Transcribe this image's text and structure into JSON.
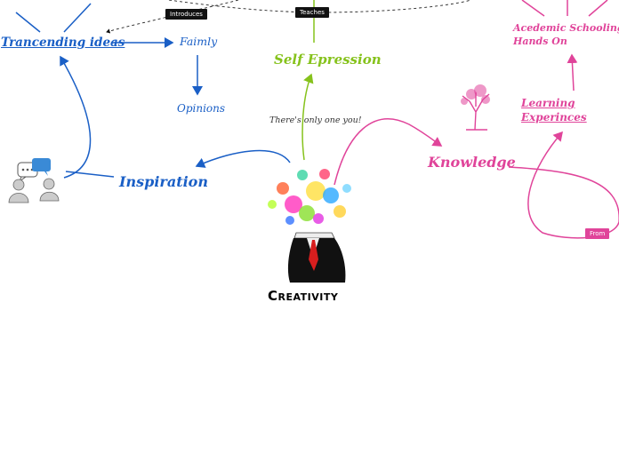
{
  "nodes": {
    "transcending": "Trancending ideas",
    "family": "Faimly",
    "opinions": "Opinions",
    "self_expression": "Self Epression",
    "inspiration": "Inspiration",
    "knowledge": "Knowledge",
    "learning": [
      "Learning ",
      "Experinces"
    ],
    "academic": [
      "Acedemic Schooling &",
      "Hands On"
    ],
    "creativity": "Creativity",
    "note": "There's only one you!"
  },
  "edge_labels": {
    "introduces": "Introduces",
    "teaches": "Teaches",
    "from": "From"
  },
  "colors": {
    "blue": "#1a5fc6",
    "green": "#86c21c",
    "pink": "#e0449a",
    "label_bg": "#111111",
    "from_bg": "#e0449a"
  },
  "icons": [
    "chat-people-icon",
    "tree-icon",
    "creative-head-icon"
  ]
}
